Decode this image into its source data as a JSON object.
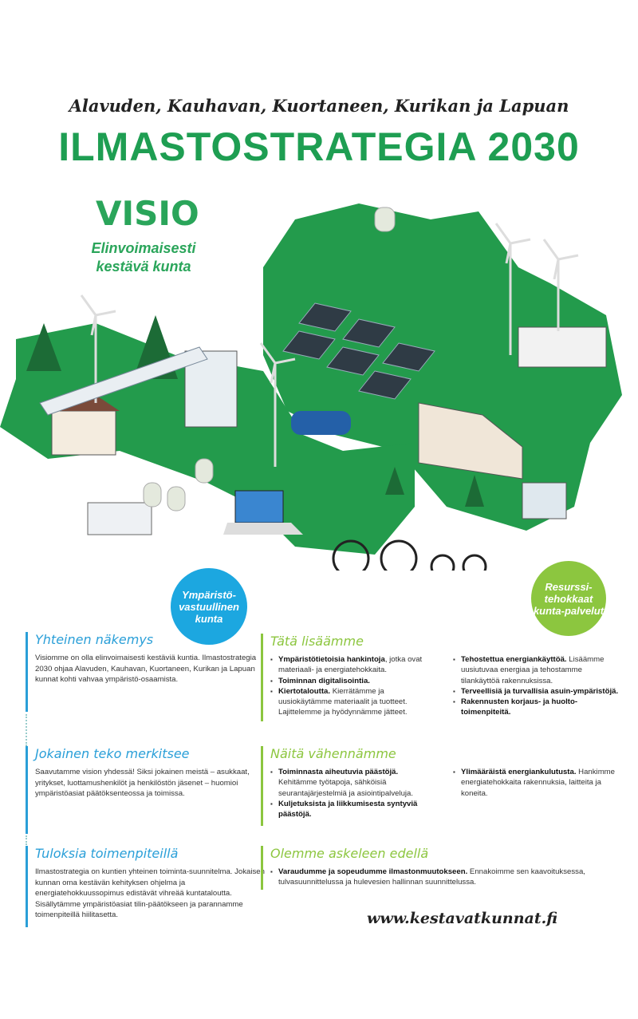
{
  "header": {
    "subtitle": "Alavuden, Kauhavan, Kuortaneen, Kurikan ja Lapuan",
    "title": "ILMASTOSTRATEGIA 2030"
  },
  "vision": {
    "title": "VISIO",
    "tagline_1": "Elinvoimaisesti",
    "tagline_2": "kestävä kunta"
  },
  "badges": {
    "environment": "Ympäristö-vastuullinen kunta",
    "resource": "Resurssi-tehokkaat kunta-palvelut"
  },
  "colors": {
    "brand_green": "#1e9e52",
    "blue": "#2a9fd8",
    "lime": "#8cc63f"
  },
  "left": [
    {
      "heading": "Yhteinen näkemys",
      "text": "Visiomme on olla elinvoimaisesti kestäviä kuntia. Ilmastostrategia 2030 ohjaa Alavuden, Kauhavan, Kuortaneen, Kurikan ja Lapuan kunnat kohti vahvaa ympäristö-osaamista."
    },
    {
      "heading": "Jokainen teko merkitsee",
      "text": "Saavutamme vision yhdessä! Siksi jokainen meistä – asukkaat, yritykset, luottamushenkilöt ja henkilöstön jäsenet – huomioi ympäristöasiat päätöksenteossa ja toimissa."
    },
    {
      "heading": "Tuloksia toimenpiteillä",
      "text": "Ilmastostrategia on kuntien yhteinen toiminta-suunnitelma. Jokaisen kunnan oma kestävän kehityksen ohjelma ja energiatehokkuussopimus edistävät vihreää kuntataloutta. Sisällytämme ympäristöasiat tilin-päätökseen ja parannamme toimenpiteillä hiilitasetta."
    }
  ],
  "increase": {
    "heading": "Tätä lisäämme",
    "col1": [
      {
        "bold": "Ympäristötietoisia hankintoja",
        "text": ", jotka ovat materiaali- ja energiatehokkaita."
      },
      {
        "bold": "Toiminnan digitalisointia.",
        "text": ""
      },
      {
        "bold": "Kiertotaloutta.",
        "text": " Kierrätämme ja uusiokäytämme materiaalit ja tuotteet. Lajittelemme ja hyödynnämme jätteet."
      }
    ],
    "col2": [
      {
        "bold": "Tehostettua energiankäyttöä.",
        "text": " Lisäämme uusiutuvaa energiaa ja tehostamme tilankäyttöä rakennuksissa."
      },
      {
        "bold": "Terveellisiä ja turvallisia asuin-ympäristöjä.",
        "text": ""
      },
      {
        "bold": "Rakennusten korjaus- ja huolto-toimenpiteitä.",
        "text": ""
      }
    ]
  },
  "reduce": {
    "heading": "Näitä vähennämme",
    "col1": [
      {
        "bold": "Toiminnasta aiheutuvia päästöjä.",
        "text": " Kehitämme työtapoja, sähköisiä seurantajärjestelmiä ja asiointipalveluja."
      },
      {
        "bold": "Kuljetuksista ja liikkumisesta syntyviä päästöjä.",
        "text": ""
      }
    ],
    "col2": [
      {
        "bold": "Ylimääräistä energiankulutusta.",
        "text": " Hankimme energiatehokkaita rakennuksia, laitteita ja koneita."
      }
    ]
  },
  "ahead": {
    "heading": "Olemme askeleen edellä",
    "items": [
      {
        "bold": "Varaudumme ja sopeudumme ilmastonmuutokseen.",
        "text": " Ennakoimme sen kaavoituksessa, tulvasuunnittelussa ja hulevesien hallinnan suunnittelussa."
      }
    ]
  },
  "footer": {
    "url": "www.kestavatkunnat.fi"
  }
}
